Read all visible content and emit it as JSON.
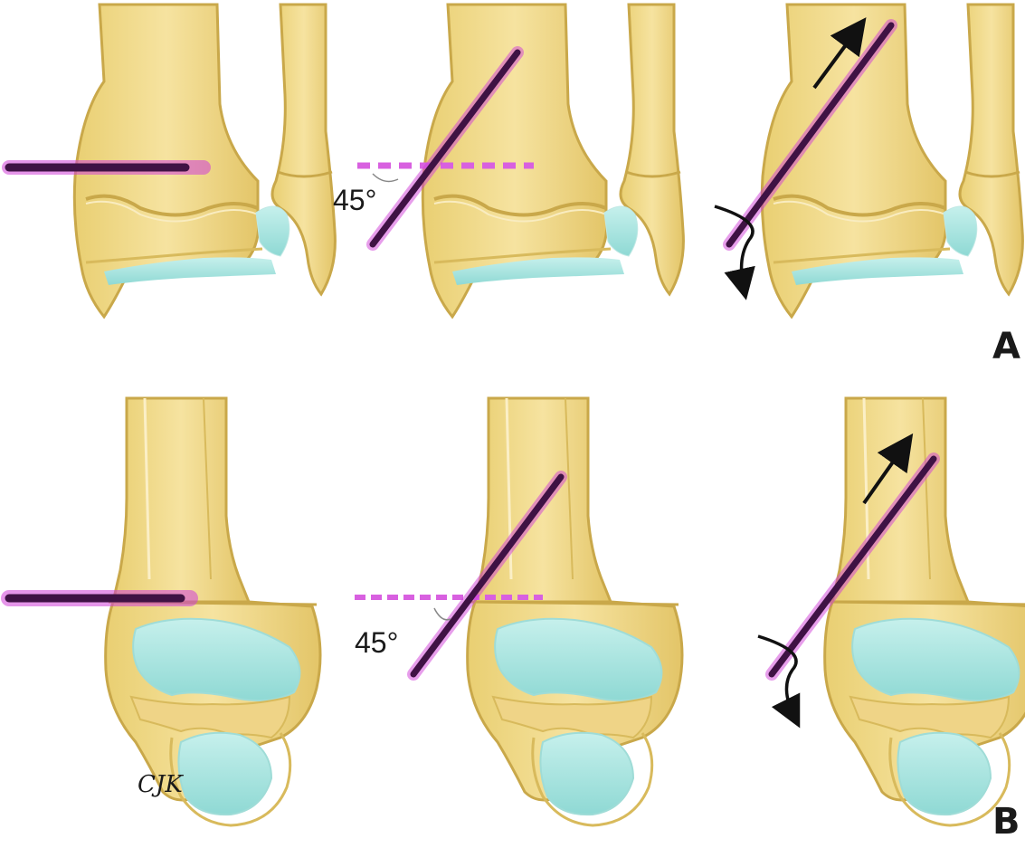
{
  "labels": {
    "angle_a": "45°",
    "angle_b": "45°",
    "panel_a": "A",
    "panel_b": "B",
    "signature": "CJK"
  },
  "colors": {
    "bone": "#f3dd8c",
    "bone_shadow": "#d8ba5c",
    "bone_outline": "#c9a84a",
    "cartilage": "#a9e6e2",
    "pin": "#4a1850",
    "pin_glow": "#d040d8",
    "dashed_line": "#d860e0",
    "arrow": "#111111"
  }
}
